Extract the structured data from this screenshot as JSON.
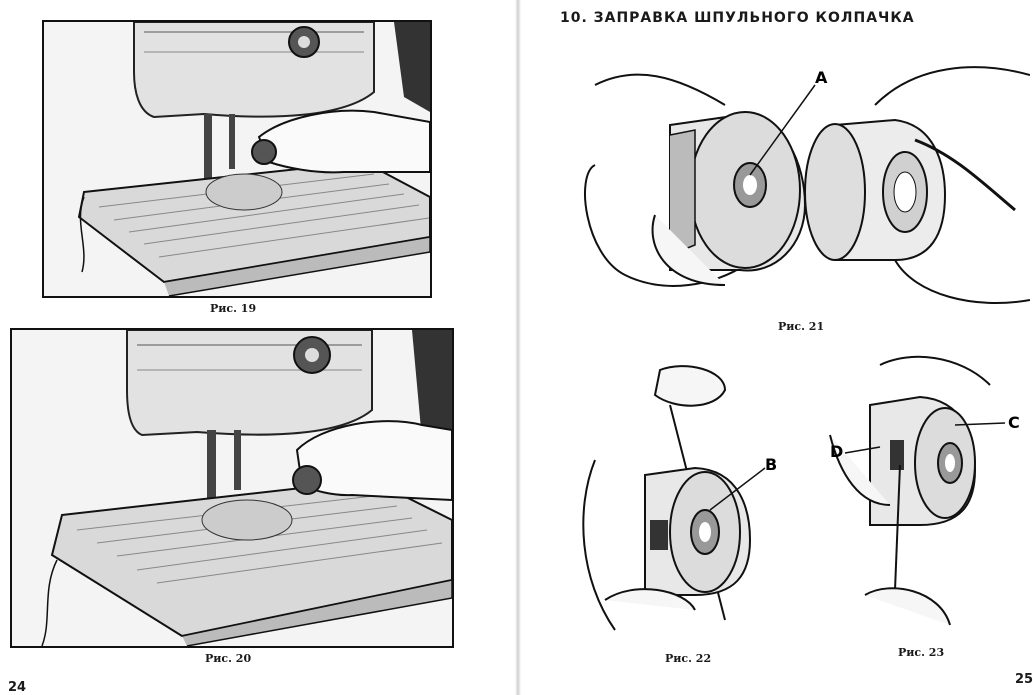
{
  "left_page": {
    "figures": [
      {
        "caption": "Рис. 19"
      },
      {
        "caption": "Рис. 20"
      }
    ],
    "page_number": "24"
  },
  "right_page": {
    "section_title": "10. ЗАПРАВКА ШПУЛЬНОГО КОЛПАЧКА",
    "figures": [
      {
        "caption": "Рис. 21",
        "labels": [
          "A"
        ]
      },
      {
        "caption": "Рис. 22",
        "labels": [
          "B"
        ]
      },
      {
        "caption": "Рис. 23",
        "labels": [
          "C",
          "D"
        ]
      }
    ],
    "page_number": "25"
  }
}
